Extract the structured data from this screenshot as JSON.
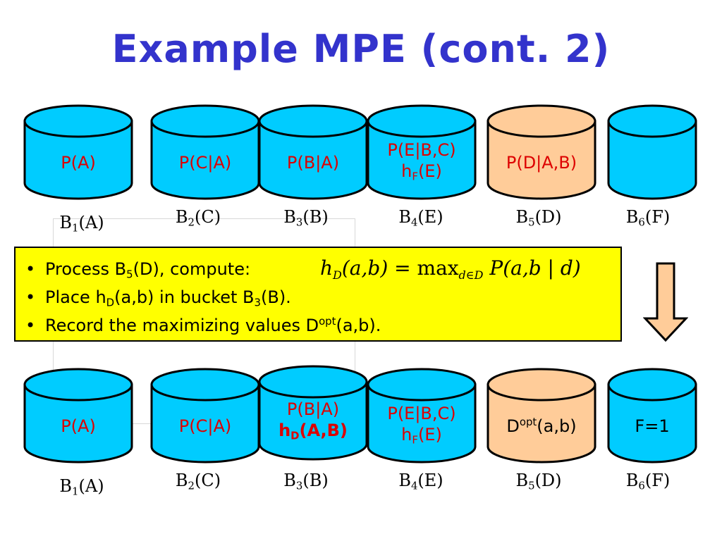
{
  "title": "Example MPE (cont. 2)",
  "top_row": [
    {
      "line1": "P(A)",
      "label": "B",
      "sub": "1",
      "var": "(A)"
    },
    {
      "line1": "P(C|A)",
      "label": "B",
      "sub": "2",
      "var": "(C)"
    },
    {
      "line1": "P(B|A)",
      "label": "B",
      "sub": "3",
      "var": "(B)"
    },
    {
      "line1": "P(E|B,C)",
      "line2_main": "h",
      "line2_sub": "F",
      "line2_rest": "(E)",
      "label": "B",
      "sub": "4",
      "var": "(E)"
    },
    {
      "line1": "P(D|A,B)",
      "label": "B",
      "sub": "5",
      "var": "(D)"
    },
    {
      "line1": "",
      "label": "B",
      "sub": "6",
      "var": "(F)"
    }
  ],
  "bottom_row": [
    {
      "line1": "P(A)",
      "label": "B",
      "sub": "1",
      "var": "(A)"
    },
    {
      "line1": "P(C|A)",
      "label": "B",
      "sub": "2",
      "var": "(C)"
    },
    {
      "line1": "P(B|A)",
      "line2_main": "h",
      "line2_sub": "D",
      "line2_rest": "(A,B)",
      "label": "B",
      "sub": "3",
      "var": "(B)"
    },
    {
      "line1": "P(E|B,C)",
      "line2_main": "h",
      "line2_sub": "F",
      "line2_rest": "(E)",
      "label": "B",
      "sub": "4",
      "var": "(E)"
    },
    {
      "line1_main": "D",
      "line1_sup": "opt",
      "line1_rest": "(a,b)",
      "label": "B",
      "sub": "5",
      "var": "(D)"
    },
    {
      "line1": "F=1",
      "label": "B",
      "sub": "6",
      "var": "(F)"
    }
  ],
  "bullets": {
    "b1_pre": "Process B",
    "b1_sub": "5",
    "b1_post": "(D), compute:",
    "b2_pre": "Place h",
    "b2_sub": "D",
    "b2_mid": "(a,b) in bucket B",
    "b2_sub2": "3",
    "b2_post": "(B).",
    "b3_pre": "Record the maximizing values D",
    "b3_sup": "opt",
    "b3_post": "(a,b)."
  },
  "formula": {
    "h": "h",
    "h_sub": "D",
    "args": "(a,b)",
    "eq": " = max",
    "max_sub": "d∈D",
    "p": " P(a,b | d)"
  },
  "colors": {
    "title": "#3333cc",
    "cyl_blue": "#00ccff",
    "cyl_orange": "#ffcc99",
    "text_red": "#dd0000",
    "box_yellow": "#ffff00",
    "arrow_fill": "#ffcc99"
  },
  "icons": {
    "arrow": "down-arrow-icon",
    "bucket": "cylinder-bucket-icon"
  }
}
